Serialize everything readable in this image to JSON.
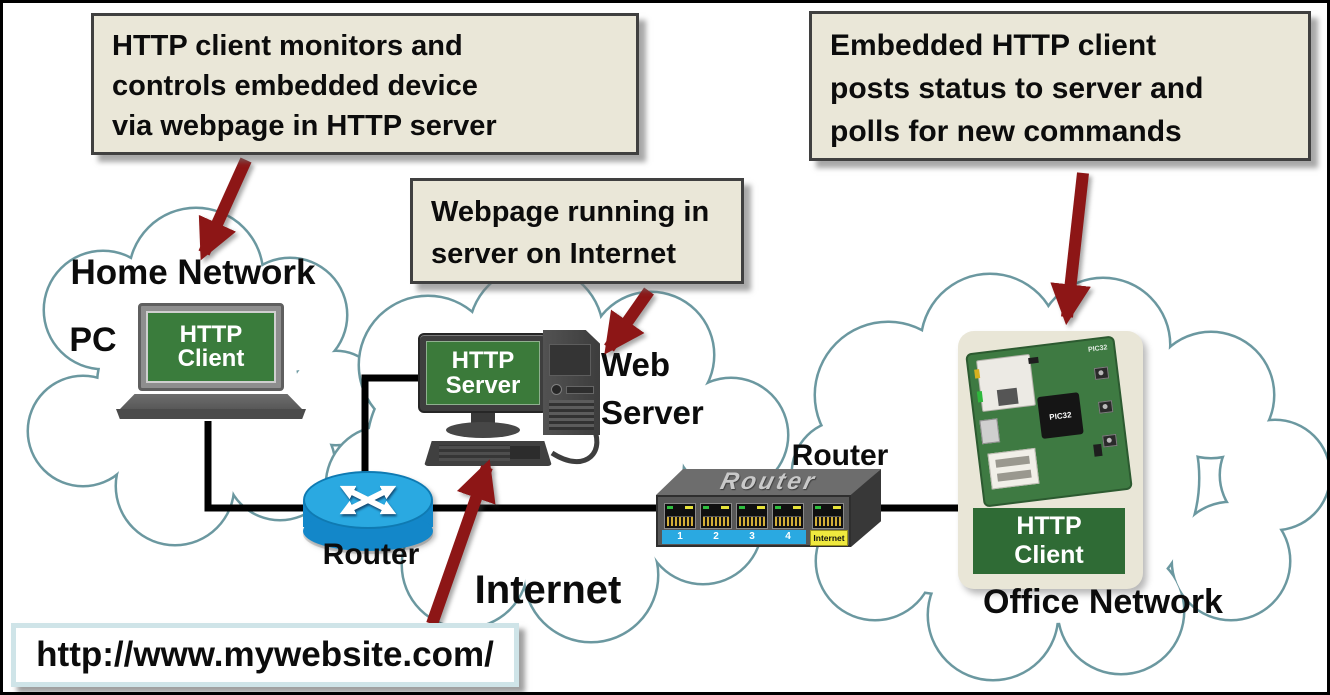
{
  "callouts": {
    "left": {
      "lines": [
        "HTTP client monitors and",
        "controls embedded device",
        "via webpage in HTTP server"
      ]
    },
    "middle": {
      "lines": [
        "Webpage running in",
        "server on Internet"
      ]
    },
    "right": {
      "lines": [
        "Embedded HTTP client",
        "posts status to server and",
        "polls for new commands"
      ]
    }
  },
  "clouds": {
    "home": {
      "label": "Home Network"
    },
    "internet": {
      "label": "Internet"
    },
    "office": {
      "label": "Office Network"
    }
  },
  "devices": {
    "pc": {
      "label": "PC",
      "screen_line1": "HTTP",
      "screen_line2": "Client"
    },
    "web_server": {
      "label_line1": "Web",
      "label_line2": "Server",
      "screen_line1": "HTTP",
      "screen_line2": "Server"
    },
    "home_router": {
      "label": "Router"
    },
    "office_router": {
      "label": "Router",
      "device_label": "Router",
      "port_numbers": [
        "1",
        "2",
        "3",
        "4"
      ],
      "internet_port_label": "Internet"
    },
    "embedded": {
      "board_chip": "PIC32",
      "board_silk": "PIC32",
      "screen_line1": "HTTP",
      "screen_line2": "Client"
    }
  },
  "url_box": {
    "text": "http://www.mywebsite.com/"
  },
  "icons": {
    "cloud": "cloud-outline",
    "router": "cisco-router-arrows",
    "arrow": "red-callout-arrow"
  },
  "colors": {
    "callout_bg": "#eae7d8",
    "callout_border": "#404040",
    "arrow_red": "#8d1616",
    "cloud_stroke": "#6b98a0",
    "screen_green": "#3a7c3c",
    "client_box_green": "#2f6b35",
    "router_blue_top": "#2aa9e1",
    "router_blue_side": "#1387c9",
    "link_black": "#000000",
    "url_border_blue": "#cfe4e8",
    "port_strip_blue": "#2aa9e1",
    "internet_port_yellow": "#efe93e"
  }
}
